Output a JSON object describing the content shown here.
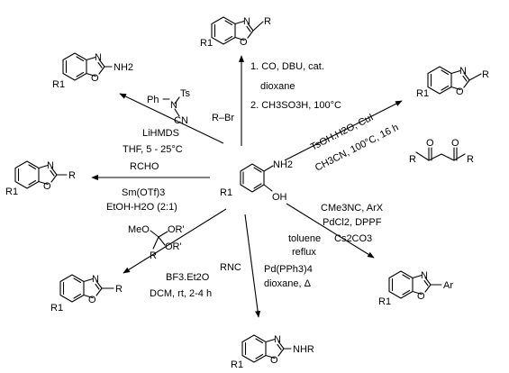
{
  "center": {
    "nh2": "NH2",
    "oh": "OH",
    "r1": "R1"
  },
  "products": {
    "top": {
      "n": "N",
      "o": "O",
      "sub": "R",
      "r1": "R1"
    },
    "top_left": {
      "n": "N",
      "o": "O",
      "sub": "NH2",
      "r1": "R1"
    },
    "left": {
      "n": "N",
      "o": "O",
      "sub": "R",
      "r1": "R1"
    },
    "bottom_left": {
      "n": "N",
      "o": "O",
      "sub": "R",
      "r1": "R1"
    },
    "bottom": {
      "n": "N",
      "o": "O",
      "sub": "NHR",
      "r1": "R1"
    },
    "bottom_right": {
      "n": "N",
      "o": "O",
      "sub": "Ar",
      "r1": "R1"
    },
    "top_right": {
      "n": "N",
      "o": "O",
      "sub": "R",
      "r1": "R1"
    }
  },
  "reagents": {
    "top": {
      "substrate": "R–Br",
      "line1": "1. CO, DBU, cat.",
      "line2": "dioxane",
      "line3": "2. CH3SO3H, 100°C"
    },
    "top_left": {
      "ph": "Ph",
      "n": "N",
      "ts": "Ts",
      "cn": "CN",
      "line1": "LiHMDS",
      "line2": "THF, 5 - 25°C"
    },
    "left": {
      "line1": "RCHO",
      "line2": "Sm(OTf)3",
      "line3": "EtOH-H2O (2:1)"
    },
    "bottom_left": {
      "meo": "MeO",
      "or1": "OR'",
      "or2": "OR'",
      "r": "R",
      "line1": "BF3.Et2O",
      "line2": "DCM, rt, 2-4 h"
    },
    "bottom": {
      "left": "RNC",
      "line1": "Pd(PPh3)4",
      "line2": "dioxane, Δ"
    },
    "bottom_right": {
      "line1": "CMe3NC, ArX",
      "line2": "PdCl2, DPPF",
      "line3": "Cs2CO3",
      "line4": "toluene",
      "line5": "reflux"
    },
    "top_right": {
      "line1": "TsOH.H2O, CuI",
      "line2": "CH3CN, 100°C, 16 h",
      "diketone_o1": "O",
      "diketone_o2": "O",
      "diketone_r1": "R",
      "diketone_r2": "R"
    }
  }
}
